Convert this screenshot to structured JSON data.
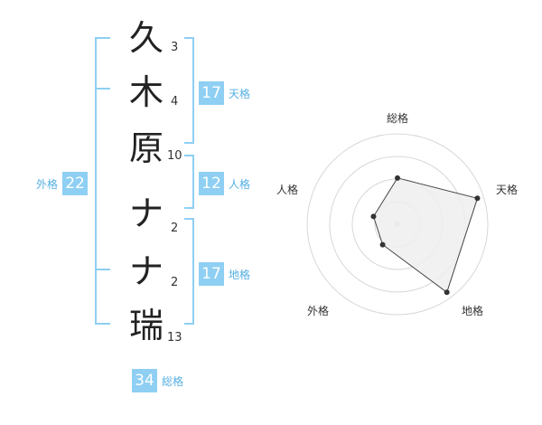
{
  "name_chars": [
    {
      "char": "久",
      "strokes": "3"
    },
    {
      "char": "木",
      "strokes": "4"
    },
    {
      "char": "原",
      "strokes": "10"
    },
    {
      "char": "ナ",
      "strokes": "2"
    },
    {
      "char": "ナ",
      "strokes": "2"
    },
    {
      "char": "瑞",
      "strokes": "13"
    }
  ],
  "fortunes": {
    "tenkaku": {
      "label": "天格",
      "value": "17"
    },
    "jinkaku": {
      "label": "人格",
      "value": "12"
    },
    "chikaku": {
      "label": "地格",
      "value": "17"
    },
    "gaikaku": {
      "label": "外格",
      "value": "22"
    },
    "soukaku": {
      "label": "総格",
      "value": "34"
    }
  },
  "chart_data": {
    "type": "radar",
    "axes": [
      "総格",
      "天格",
      "地格",
      "外格",
      "人格"
    ],
    "values": [
      2.2,
      4.0,
      4.0,
      1.2,
      1.2
    ],
    "rings": 4,
    "max": 4.3,
    "colors": {
      "fill": "#efefef",
      "line": "#444444",
      "grid": "#d8d8d8"
    }
  }
}
